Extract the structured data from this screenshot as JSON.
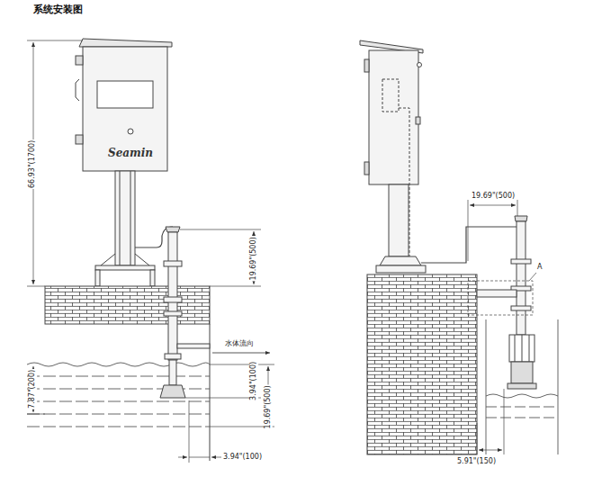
{
  "diagram": {
    "title": "系统安装图",
    "labels": [
      "Seamin",
      "66.93\"(1700)",
      "19.69\"(500)",
      "水体流向",
      "7.87\"(200)",
      "3.94\"(100)",
      "19.69\"(500)",
      "3.94\"(100)",
      "19.69\"(500)",
      "A",
      "5.91\"(150)"
    ]
  }
}
